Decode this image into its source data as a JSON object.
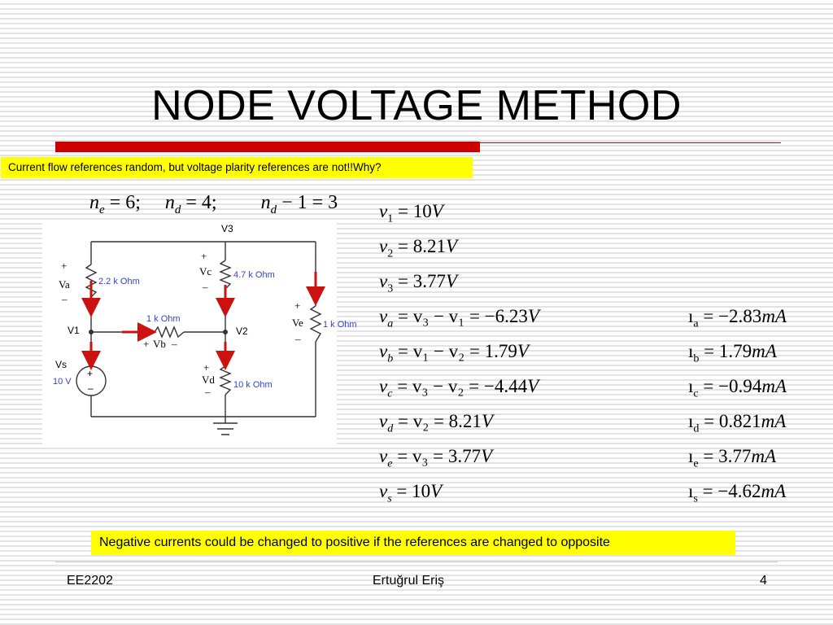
{
  "slide": {
    "title": "NODE VOLTAGE METHOD",
    "note_top": "Current flow references random, but voltage plarity references are not!!Why?",
    "note_bottom": "Negative currents could be changed to positive if the references are changed to opposite"
  },
  "node_counts": {
    "ne_label": "n",
    "ne_sub": "e",
    "ne_rhs": "= 6;",
    "nd_label": "n",
    "nd_sub": "d",
    "nd_rhs": "= 4;",
    "nd1_label": "n",
    "nd1_sub": "d",
    "nd1_rhs": "− 1 = 3"
  },
  "circuit": {
    "node_v3": "V3",
    "node_v1": "V1",
    "node_v2": "V2",
    "r_a": "2.2 k Ohm",
    "r_c": "4.7 k Ohm",
    "r_b": "1 k Ohm",
    "r_d": "10 k Ohm",
    "r_e": "1 k Ohm",
    "vs_label": "Vs",
    "vs_value": "10 V",
    "va_label": "Va",
    "vc_label": "Vc",
    "vb_label": "Vb",
    "vd_label": "Vd",
    "ve_label": "Ve",
    "plus": "+",
    "minus": "–",
    "wire_color": "#333333",
    "arrow_color": "#cc1111",
    "label_blue": "#3344cc"
  },
  "voltages": [
    {
      "var": "v",
      "sub": "1",
      "rhs": "= 10",
      "unit": "V"
    },
    {
      "var": "v",
      "sub": "2",
      "rhs": "= 8.21",
      "unit": "V"
    },
    {
      "var": "v",
      "sub": "3",
      "rhs": "= 3.77",
      "unit": "V"
    },
    {
      "var": "v",
      "sub": "a",
      "rhs": "= v₃ − v₁ = −6.23",
      "unit": "V"
    },
    {
      "var": "v",
      "sub": "b",
      "rhs": "= v₁ − v₂ = 1.79",
      "unit": "V"
    },
    {
      "var": "v",
      "sub": "c",
      "rhs": "= v₃ − v₂ = −4.44",
      "unit": "V"
    },
    {
      "var": "v",
      "sub": "d",
      "rhs": "= v₂ = 8.21",
      "unit": "V"
    },
    {
      "var": "v",
      "sub": "e",
      "rhs": "= v₃ = 3.77",
      "unit": "V"
    },
    {
      "var": "v",
      "sub": "s",
      "rhs": "= 10",
      "unit": "V"
    }
  ],
  "currents": [
    {
      "var": "ı",
      "sub": "a",
      "rhs": "= −2.83",
      "unit": "mA"
    },
    {
      "var": "ı",
      "sub": "b",
      "rhs": "= 1.79",
      "unit": "mA"
    },
    {
      "var": "ı",
      "sub": "c",
      "rhs": "= −0.94",
      "unit": "mA"
    },
    {
      "var": "ı",
      "sub": "d",
      "rhs": "= 0.821",
      "unit": "mA"
    },
    {
      "var": "ı",
      "sub": "e",
      "rhs": "= 3.77",
      "unit": "mA"
    },
    {
      "var": "ı",
      "sub": "s",
      "rhs": "= −4.62",
      "unit": "mA"
    }
  ],
  "footer": {
    "left": "EE2202",
    "center": "Ertuğrul Eriş",
    "right": "4"
  }
}
